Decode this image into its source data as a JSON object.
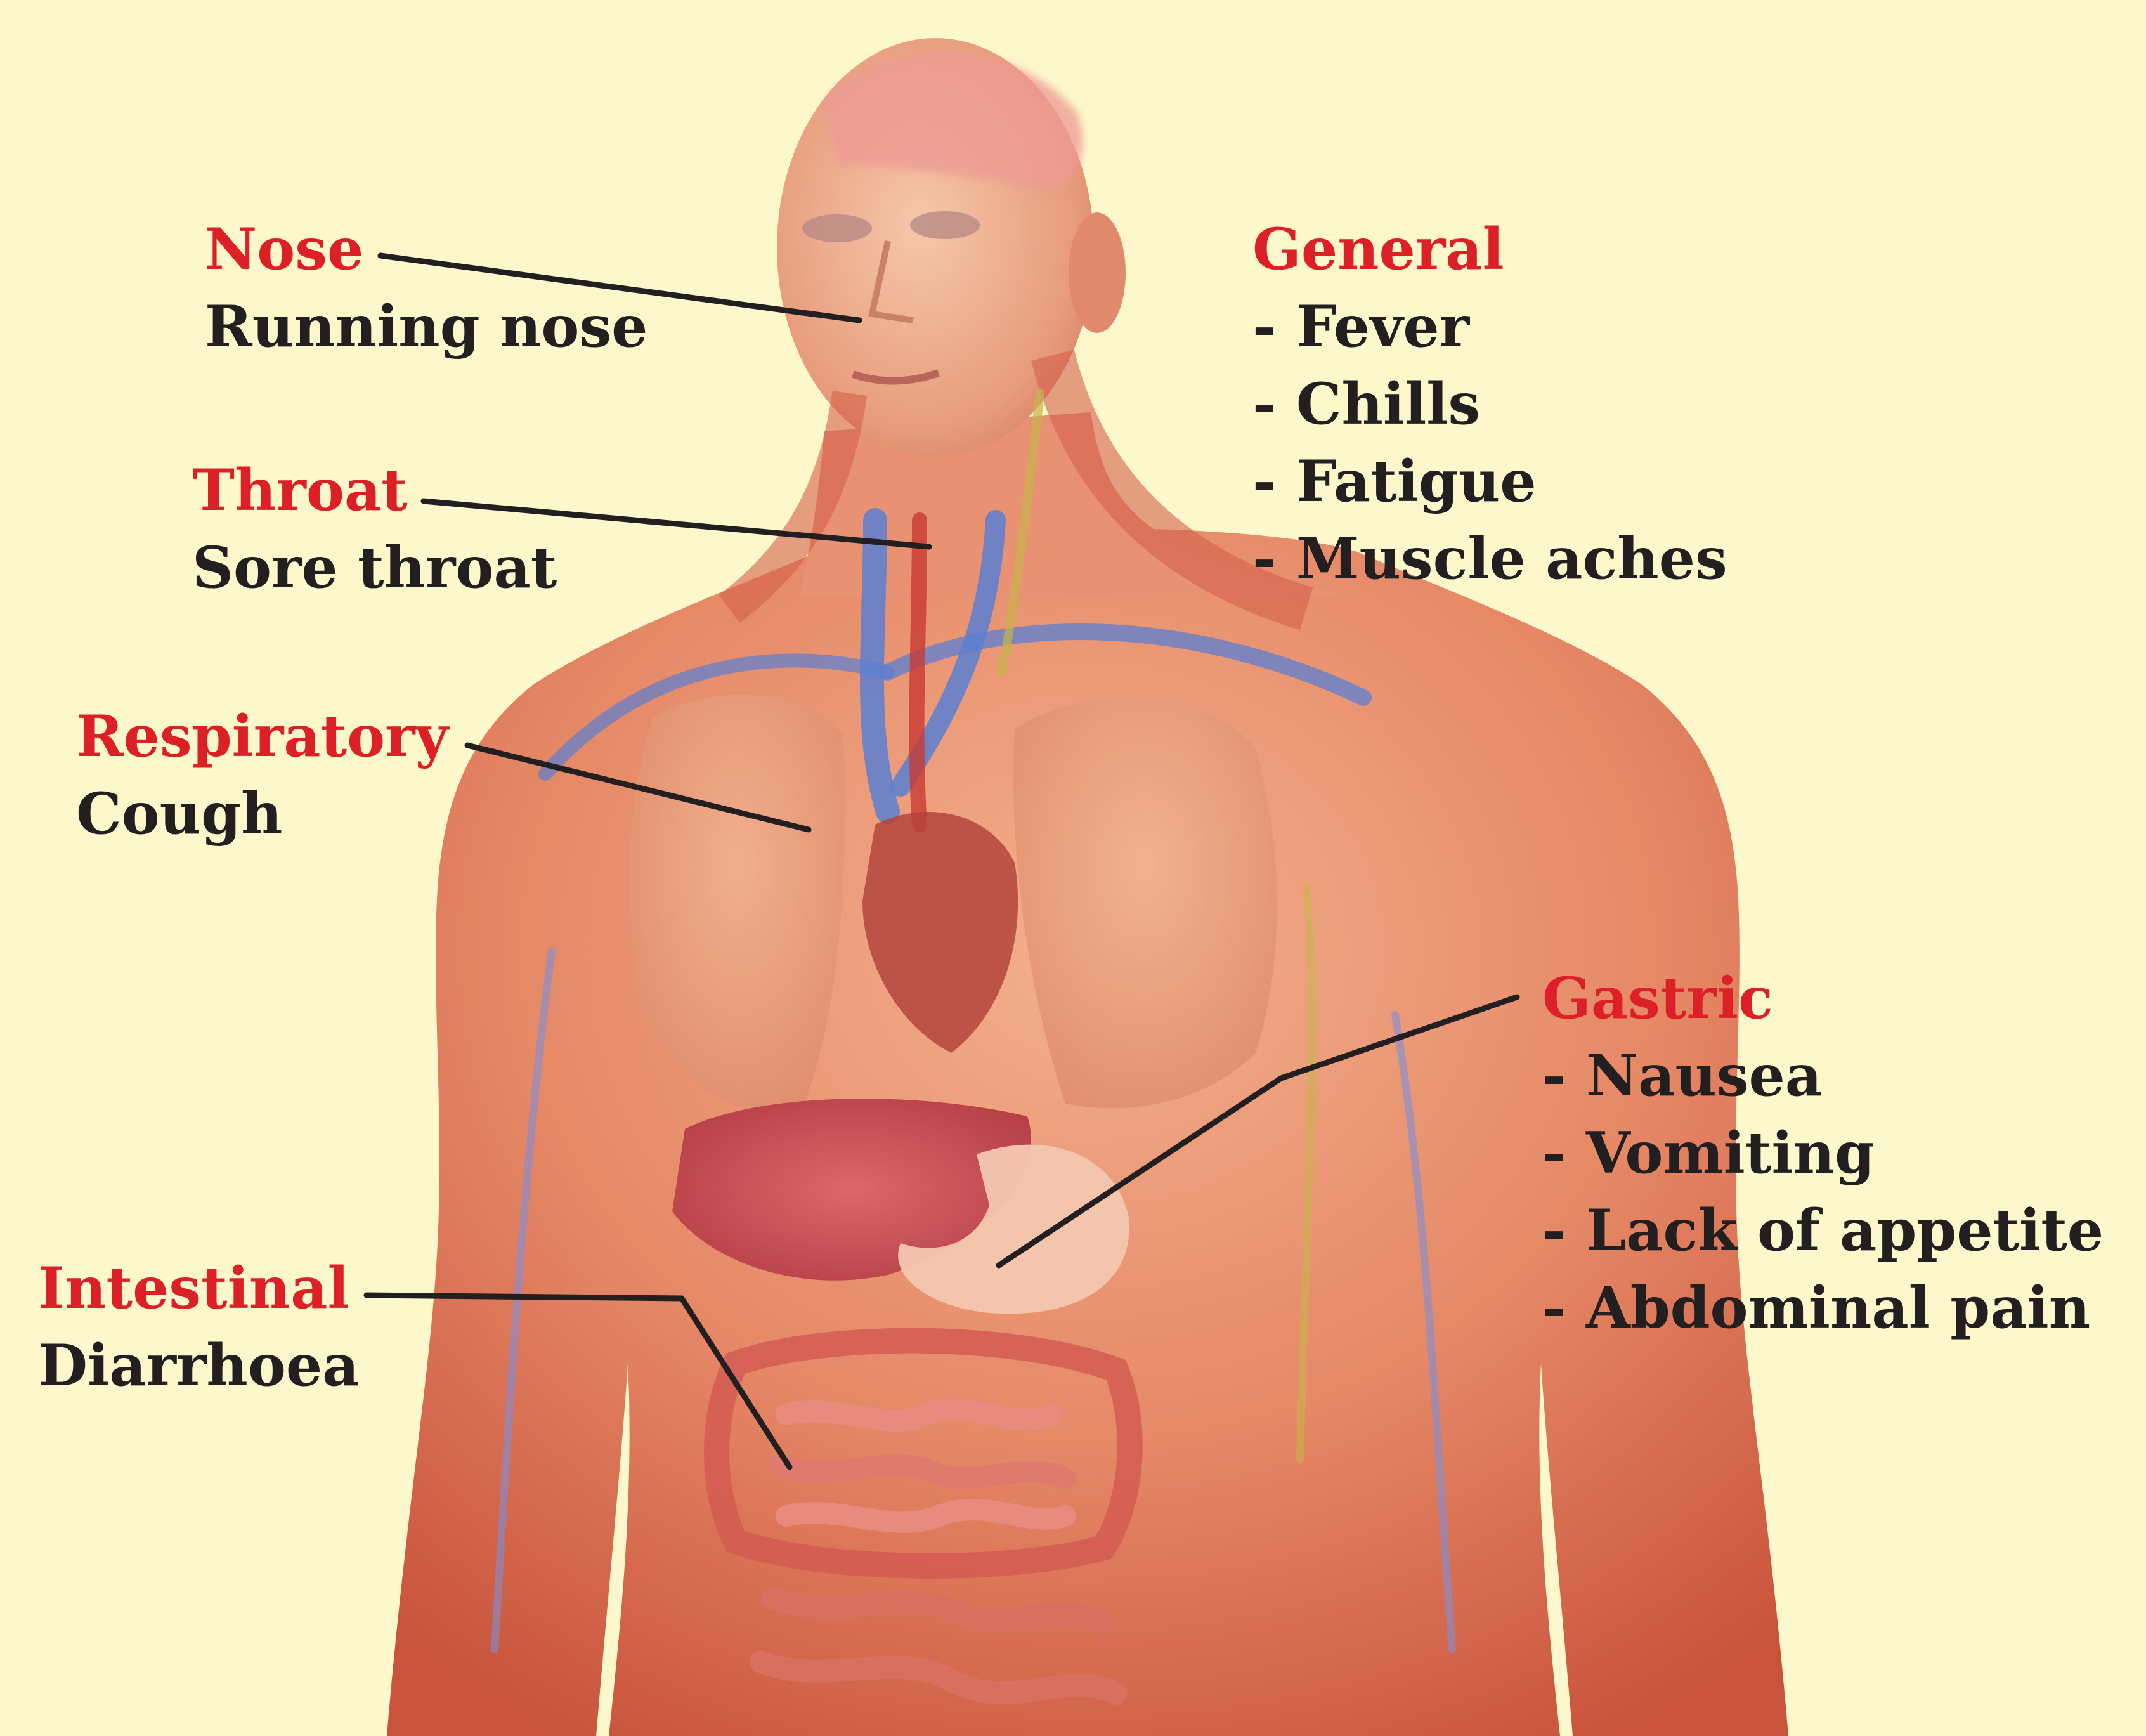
{
  "colors": {
    "background": "#fdf8cc",
    "heading": "#dd1f26",
    "text": "#231f20",
    "leader_line": "#231f20",
    "muscle": "#e07a5f",
    "vein": "#5b7fd1"
  },
  "callouts": {
    "nose": {
      "heading": "Nose",
      "symptom": "Running nose"
    },
    "throat": {
      "heading": "Throat",
      "symptom": "Sore throat"
    },
    "respiratory": {
      "heading": "Respiratory",
      "symptom": "Cough"
    },
    "intestinal": {
      "heading": "Intestinal",
      "symptom": "Diarrhoea"
    },
    "general": {
      "heading": "General",
      "items": [
        "Fever",
        "Chills",
        "Fatigue",
        "Muscle aches"
      ]
    },
    "gastric": {
      "heading": "Gastric",
      "items": [
        "Nausea",
        "Vomiting",
        "Lack of appetite",
        "Abdominal pain"
      ]
    }
  },
  "list_marker": "-"
}
